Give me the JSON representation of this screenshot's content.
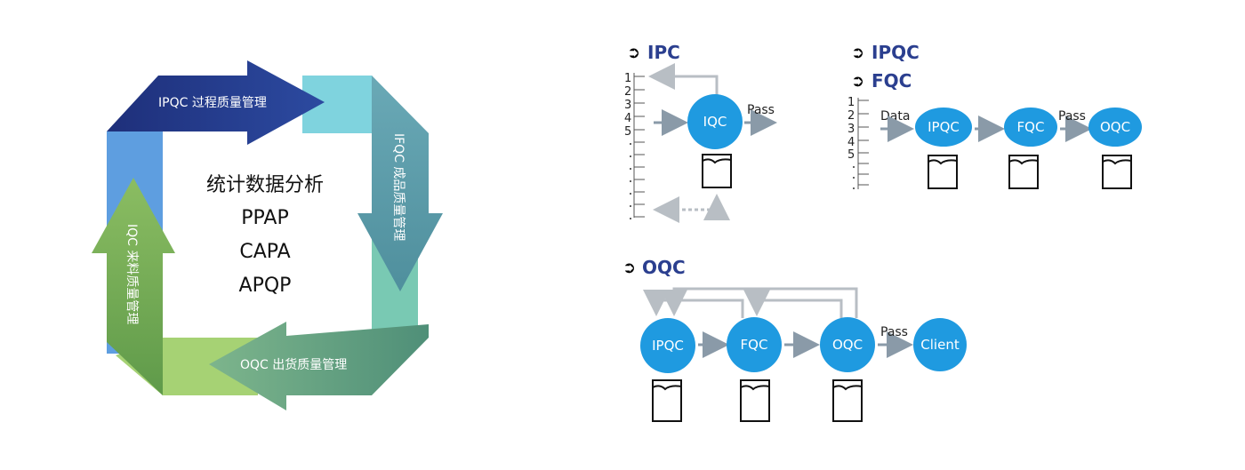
{
  "cycle": {
    "top_label": "IPQC 过程质量管理",
    "right_label": "IFQC 成品质量管理",
    "bottom_label": "OQC 出货质量管理",
    "left_label": "IQC 来料质量管理",
    "center_lines": [
      "统计数据分析",
      "PPAP",
      "CAPA",
      "APQP"
    ]
  },
  "ipc": {
    "title": "IPC",
    "ticks": [
      "1",
      "2",
      "3",
      "4",
      "5"
    ],
    "node": "IQC",
    "pass": "Pass"
  },
  "ipqc_fqc": {
    "title1": "IPQC",
    "title2": "FQC",
    "ticks": [
      "1",
      "2",
      "3",
      "4",
      "5"
    ],
    "data_label": "Data",
    "nodes": [
      "IPQC",
      "FQC",
      "OQC"
    ],
    "pass": "Pass"
  },
  "oqc": {
    "title": "OQC",
    "nodes": [
      "IPQC",
      "FQC",
      "OQC",
      "Client"
    ],
    "pass": "Pass"
  },
  "colors": {
    "navy": "#233a86",
    "teal": "#5ba3b0",
    "green": "#5d9e6e",
    "node_blue": "#1f9ae0",
    "arrow_gray": "#8a9aa8"
  },
  "icons": {
    "bullet": "circle-arrow-icon",
    "document": "document-icon"
  }
}
